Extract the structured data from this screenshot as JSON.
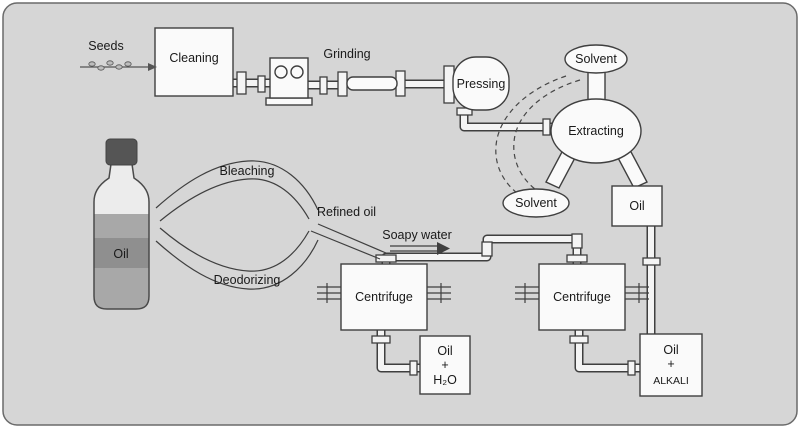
{
  "colors": {
    "background": "#d6d6d6",
    "shape_fill": "#fafafa",
    "line": "#3f3f3f"
  },
  "diagram": {
    "seeds": "Seeds",
    "cleaning": "Cleaning",
    "grinding": "Grinding",
    "pressing": "Pressing",
    "solvent_top": "Solvent",
    "extracting": "Extracting",
    "solvent_bottom": "Solvent",
    "oil_tank": "Oil",
    "bottle_oil": "Oil",
    "bleaching": "Bleaching",
    "deodorizing": "Deodorizing",
    "refined_oil": "Refined oil",
    "soapy_water": "Soapy water",
    "centrifuge_1": "Centrifuge",
    "centrifuge_2": "Centrifuge",
    "oil_h2o": {
      "l1": "Oil",
      "l2": "+",
      "l3": "H₂O"
    },
    "oil_alkali": {
      "l1": "Oil",
      "l2": "+",
      "l3": "ALKALI"
    }
  }
}
